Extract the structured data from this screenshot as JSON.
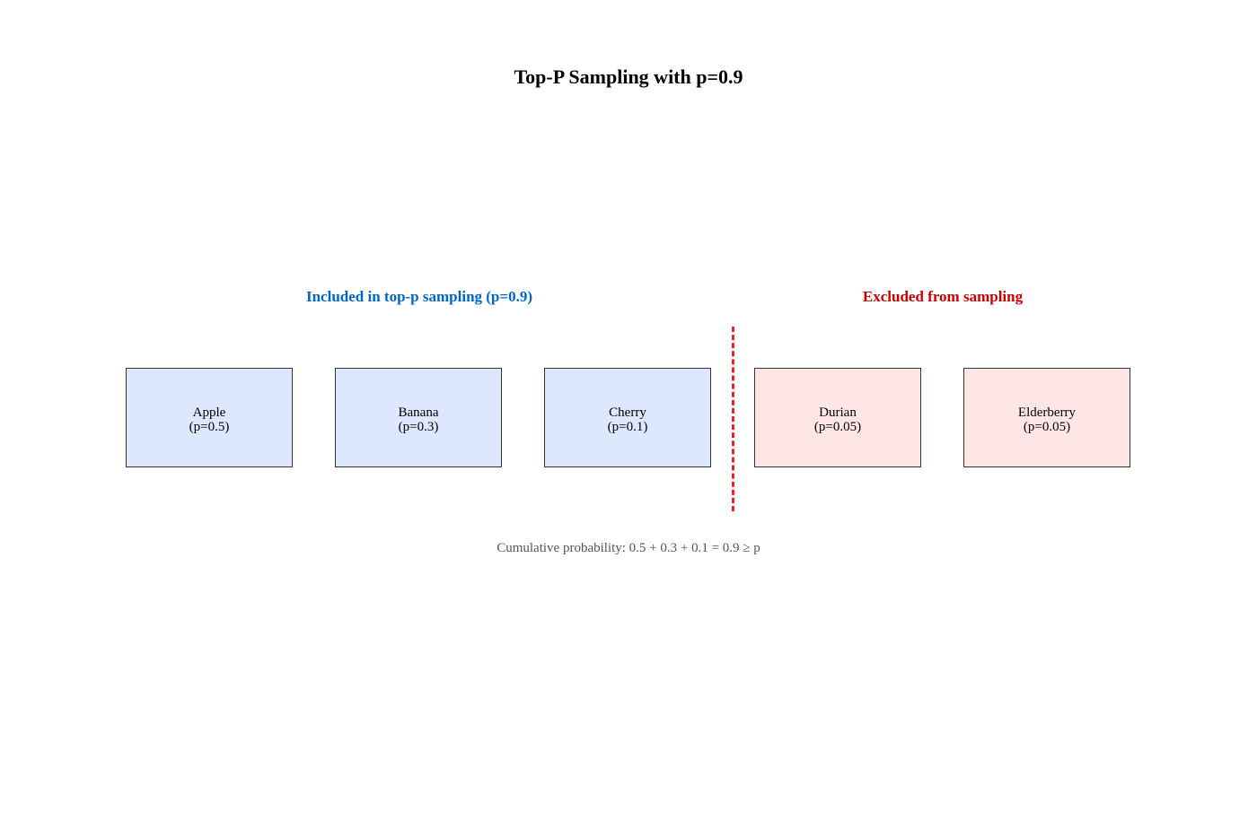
{
  "title": "Top-P Sampling with p=0.9",
  "groups": {
    "included": {
      "label": "Included in top-p sampling (p=0.9)",
      "color": "#0066cc"
    },
    "excluded": {
      "label": "Excluded from sampling",
      "color": "#cc0000"
    }
  },
  "colors": {
    "included_fill": "#dde8ff",
    "excluded_fill": "#ffe6e6",
    "box_border": "#333333",
    "divider": "#ee2222"
  },
  "tokens": [
    {
      "name": "Apple",
      "prob": "(p=0.5)",
      "included": true
    },
    {
      "name": "Banana",
      "prob": "(p=0.3)",
      "included": true
    },
    {
      "name": "Cherry",
      "prob": "(p=0.1)",
      "included": true
    },
    {
      "name": "Durian",
      "prob": "(p=0.05)",
      "included": false
    },
    {
      "name": "Elderberry",
      "prob": "(p=0.05)",
      "included": false
    }
  ],
  "cumulative_text": "Cumulative probability: 0.5 + 0.3 + 0.1 = 0.9 ≥ p"
}
